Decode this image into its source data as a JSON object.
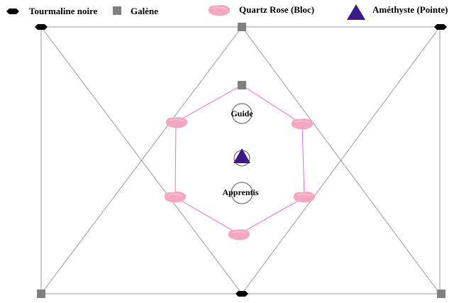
{
  "legend": {
    "tourmaline_label": "Tourmaline noire",
    "galene_label": "Galène",
    "quartz_label": "Quartz Rose (Bloc)",
    "amethyste_label": "Améthyste  (Pointe)"
  },
  "center": {
    "guide_label": "Guide",
    "apprentis_label": "Apprentis"
  },
  "colors": {
    "tourmaline": "#000000",
    "galene": "#808080",
    "quartz": "#f4a7c0",
    "amethyste": "#3b1a8a",
    "outer_lines": "#9a9a9a",
    "hexagon": "#e070e0"
  },
  "icons": {
    "tourmaline": "black-hexagon-crystal-icon",
    "galene": "gray-square-icon",
    "quartz": "pink-rose-quartz-icon",
    "amethyste": "purple-triangle-icon"
  }
}
